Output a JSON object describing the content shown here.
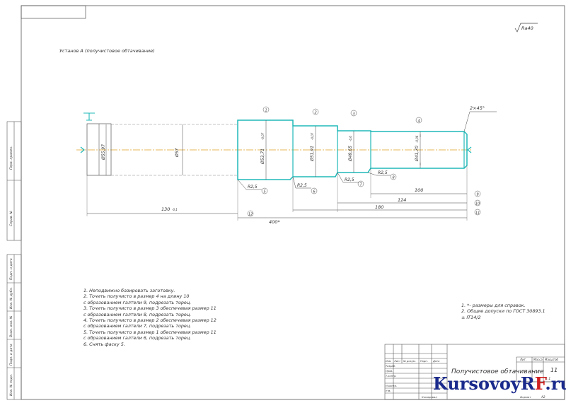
{
  "drawing": {
    "roughness": "Ra40",
    "setup_title": "Установ А (получистовое обтачивание)",
    "chamfer": "2×45°",
    "diameters": {
      "d1": "Ø55,97",
      "d2": "Ø57",
      "d3": "Ø53,71",
      "d3_tol": "-0,07",
      "d4": "Ø51,91",
      "d4_tol": "-0,07",
      "d5": "Ø49,65",
      "d5_tol": "-0,6",
      "d6": "Ø41,70",
      "d6_tol": "-0,06"
    },
    "radii": [
      "R2,5",
      "R2,5",
      "R2,5",
      "R2,5"
    ],
    "lengths": {
      "l1": "130",
      "l1_tol": "-0,1",
      "l2": "400*",
      "l3": "100",
      "l4": "124",
      "l5": "180"
    },
    "surface_numbers": [
      "1",
      "2",
      "3",
      "4",
      "5",
      "6",
      "7",
      "8",
      "9",
      "10",
      "11",
      "12"
    ],
    "section_mark": "A"
  },
  "notes": [
    "1. Неподвижно базировать заготовку.",
    "2. Точить получисто в размер 4 на длину 10",
    "   с образованием галтели 9, подрезать торец.",
    "3. Точить получисто в размер 3 обеспечивая размер 11",
    "   с образованием галтели 8, подрезать торец.",
    "4. Точить получисто в размер 2 обеспечивая размер 12",
    "   с образованием галтели 7, подрезать торец.",
    "5. Точить получисто в размер 1 обеспечивая размер 11",
    "   с образованием галтели 6, подрезать торец.",
    "6. Снять фаску 5."
  ],
  "notes_right": [
    "1. *- размеры для справок.",
    "2. Общие допуски по ГОСТ 30893.1",
    "   ± IT14/2"
  ],
  "frame_labels": {
    "side": [
      "Перв. примен.",
      "Справ. №",
      "Подп. и дата",
      "Инв. № дубл.",
      "Взам. инв. №",
      "Подп. и дата",
      "Инв. № подл."
    ]
  },
  "title_block": {
    "title": "Получистовое обтачивание",
    "sheet": "11",
    "headers": [
      "Лит.",
      "Масса",
      "Масштаб"
    ],
    "rows": [
      "Изм.",
      "Лист",
      "№ докум.",
      "Подп.",
      "Дата"
    ],
    "roles": [
      "Разраб.",
      "Пров.",
      "Т.контр.",
      "Н.контр.",
      "Утв."
    ],
    "footer_copy": "Копировал",
    "footer_format": "Формат",
    "format": "А2",
    "scale": "1:1"
  },
  "watermark": {
    "brand": "KursovoyRF.ru",
    "main": "KursovoyR",
    "accent": "F",
    "suffix": ".ru"
  },
  "colors": {
    "part_outline": "#20b8b8",
    "axis": "#e0a020",
    "watermark_blue": "#1a2a8c",
    "watermark_red": "#d11f1f"
  }
}
